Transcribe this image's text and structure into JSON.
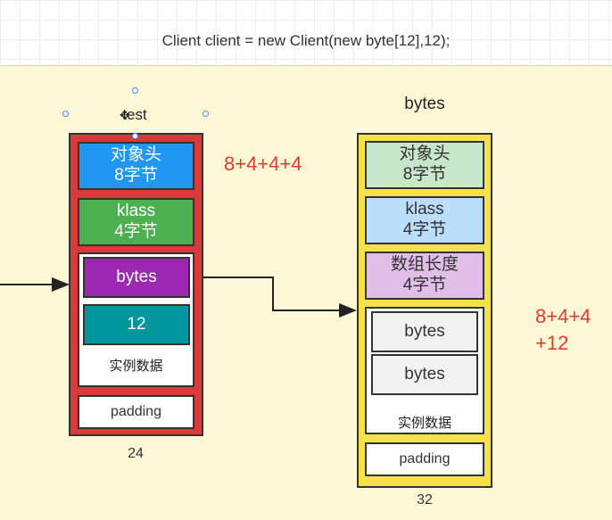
{
  "code": "Client client = new Client(new byte[12],12);",
  "client": {
    "title": "test",
    "header": {
      "line1": "对象头",
      "line2": "8字节"
    },
    "klass": {
      "line1": "klass",
      "line2": "4字节"
    },
    "field_ref": "bytes",
    "field_int": "12",
    "instance_label": "实例数据",
    "padding": "padding",
    "size": "24",
    "formula": "8+4+4+4"
  },
  "array": {
    "title": "bytes",
    "header": {
      "line1": "对象头",
      "line2": "8字节"
    },
    "klass": {
      "line1": "klass",
      "line2": "4字节"
    },
    "length": {
      "line1": "数组长度",
      "line2": "4字节"
    },
    "elem1": "bytes",
    "elem2": "bytes",
    "instance_label": "实例数据",
    "padding": "padding",
    "size": "32",
    "formula_line1": "8+4+4",
    "formula_line2": "+12"
  },
  "colors": {
    "canvas_bg": "#fff8d6",
    "client_border": "#d93a3a",
    "array_border": "#f5e14a",
    "header_blue": "#2196f3",
    "klass_green": "#4caf50",
    "bytes_purple": "#9c27b0",
    "int_teal": "#00969e",
    "formula_red": "#e8392f"
  }
}
